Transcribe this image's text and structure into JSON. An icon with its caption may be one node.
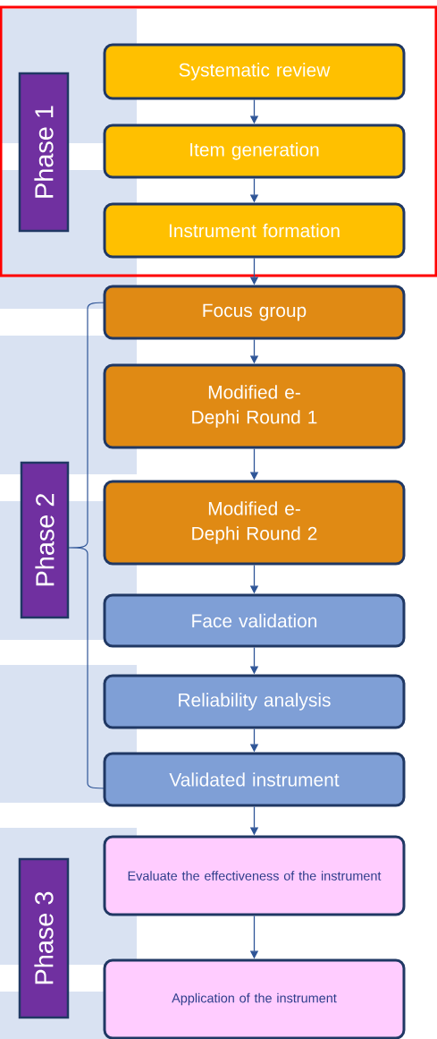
{
  "diagram": {
    "nodes": [
      {
        "text": [],
        "shape": "box"
      },
      {
        "text": [
          "Phase 1"
        ],
        "in": 0
      },
      {
        "text": [
          "Systematic review"
        ],
        "in": 0
      },
      {
        "text": [
          "Item generation"
        ],
        "in": 0
      },
      {
        "text": [
          "Instrument formation"
        ],
        "in": 0
      },
      {
        "text": [
          "Phase 2"
        ]
      },
      {
        "text": [
          "Focus group"
        ]
      },
      {
        "text": [
          "Modified e-Dephi Round 1"
        ]
      },
      {
        "text": [
          "Modified e-Dephi Round 2"
        ]
      },
      {
        "text": [
          "Face validation"
        ]
      },
      {
        "text": [
          "Reliability analysis"
        ]
      },
      {
        "text": [
          "Validated instrument"
        ]
      },
      {
        "text": [
          "Phase 3"
        ]
      },
      {
        "text": [
          "Evaluate the effectiveness of the instrument"
        ]
      },
      {
        "text": [
          "Application of the instrument"
        ]
      }
    ],
    "edges": [
      {
        "from": 2,
        "to": 3,
        "arrow": "to"
      },
      {
        "from": 3,
        "to": 4,
        "arrow": "to"
      },
      {
        "from": 4,
        "to": 6,
        "arrow": "to"
      },
      {
        "from": 6,
        "to": 7,
        "arrow": "to"
      },
      {
        "from": 7,
        "to": 8,
        "arrow": "to"
      },
      {
        "from": 8,
        "to": 9,
        "arrow": "to"
      },
      {
        "from": 9,
        "to": 10,
        "arrow": "to"
      },
      {
        "from": 10,
        "to": 11,
        "arrow": "to"
      },
      {
        "from": 11,
        "to": 13,
        "arrow": "to"
      },
      {
        "from": 13,
        "to": 14,
        "arrow": "to"
      }
    ]
  }
}
